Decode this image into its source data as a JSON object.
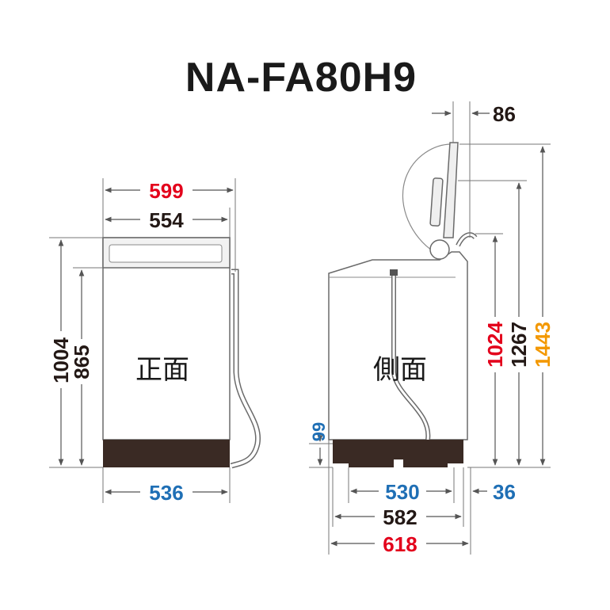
{
  "title": "NA-FA80H9",
  "colors": {
    "red": "#e3001b",
    "blue": "#1f6fb5",
    "orange": "#f39800",
    "dark": "#231815",
    "base": "#3a2a24"
  },
  "front": {
    "label": "正面",
    "dims": {
      "outer_width": "599",
      "inner_width": "554",
      "base_width": "536",
      "total_height": "1004",
      "body_height": "865"
    }
  },
  "side": {
    "label": "側面",
    "dims": {
      "lid_offset": "86",
      "base_depth": "530",
      "hose_offset": "36",
      "body_depth": "582",
      "total_depth": "618",
      "foot_height": "99",
      "height_1024": "1024",
      "height_1267": "1267",
      "height_1443": "1443"
    }
  }
}
